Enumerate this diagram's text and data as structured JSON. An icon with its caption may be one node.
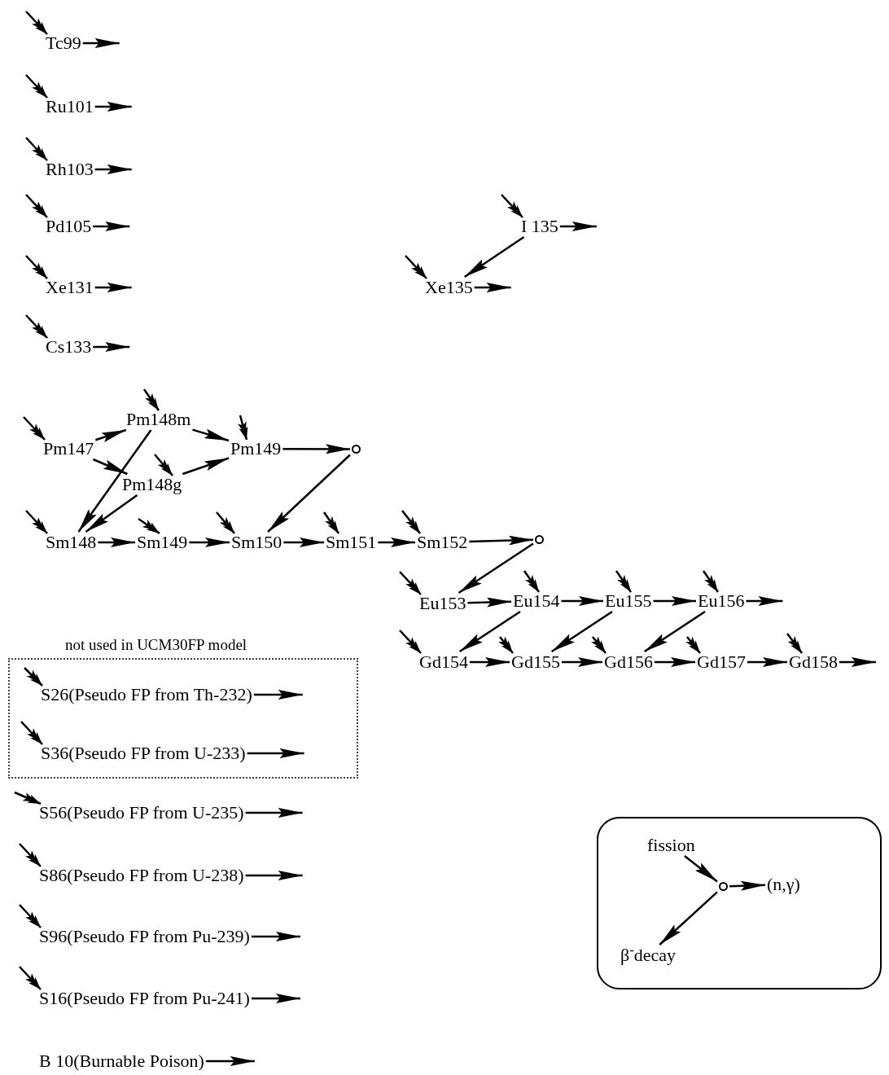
{
  "diagram": {
    "nodes": [
      {
        "text": [
          "Tc99"
        ]
      },
      {
        "text": [
          "Ru101"
        ]
      },
      {
        "text": [
          "Rh103"
        ]
      },
      {
        "text": [
          "Pd105"
        ]
      },
      {
        "text": [
          "Xe131"
        ]
      },
      {
        "text": [
          "Cs133"
        ]
      },
      {
        "text": [
          "I 135"
        ]
      },
      {
        "text": [
          "Xe135"
        ]
      },
      {
        "text": [
          "Pm148m"
        ]
      },
      {
        "text": [
          "Pm147"
        ]
      },
      {
        "text": [
          "Pm149"
        ]
      },
      {
        "text": [],
        "shape": "circle"
      },
      {
        "text": [
          "Pm148g"
        ]
      },
      {
        "text": [
          "Sm148"
        ]
      },
      {
        "text": [
          "Sm149"
        ]
      },
      {
        "text": [
          "Sm150"
        ]
      },
      {
        "text": [
          "Sm151"
        ]
      },
      {
        "text": [
          "Sm152"
        ]
      },
      {
        "text": [],
        "shape": "circle"
      },
      {
        "text": [
          "Eu153"
        ]
      },
      {
        "text": [
          "Eu154"
        ]
      },
      {
        "text": [
          "Eu155"
        ]
      },
      {
        "text": [
          "Eu156"
        ]
      },
      {
        "text": [
          "Gd154"
        ]
      },
      {
        "text": [
          "Gd155"
        ]
      },
      {
        "text": [
          "Gd156"
        ]
      },
      {
        "text": [
          "Gd157"
        ]
      },
      {
        "text": [
          "Gd158"
        ]
      },
      {
        "text": [
          "not used in UCM30FP model"
        ]
      },
      {
        "text": [
          "S26(Pseudo FP from Th-232)"
        ],
        "in": 28
      },
      {
        "text": [
          "S36(Pseudo FP from U-233)"
        ],
        "in": 28
      },
      {
        "text": [
          "S56(Pseudo FP from U-235)"
        ]
      },
      {
        "text": [
          "S86(Pseudo FP from U-238)"
        ]
      },
      {
        "text": [
          "S96(Pseudo FP from Pu-239)"
        ]
      },
      {
        "text": [
          "S16(Pseudo FP from Pu-241)"
        ]
      },
      {
        "text": [
          "B 10(Burnable Poison)"
        ]
      },
      {
        "text": [],
        "shape": "box"
      },
      {
        "text": [
          "fission"
        ],
        "in": 36
      },
      {
        "text": [],
        "shape": "circle",
        "in": 36
      },
      {
        "text": [
          "(n,γ)"
        ],
        "in": 36
      },
      {
        "text": [
          "β$^{-}$decay"
        ],
        "in": 36
      }
    ],
    "edges": [
      {
        "from": null,
        "to": 0,
        "arrow": "to"
      },
      {
        "from": 0,
        "to": null,
        "arrow": "to"
      },
      {
        "from": null,
        "to": 1,
        "arrow": "to"
      },
      {
        "from": 1,
        "to": null,
        "arrow": "to"
      },
      {
        "from": null,
        "to": 2,
        "arrow": "to"
      },
      {
        "from": 2,
        "to": null,
        "arrow": "to"
      },
      {
        "from": null,
        "to": 3,
        "arrow": "to"
      },
      {
        "from": 3,
        "to": null,
        "arrow": "to"
      },
      {
        "from": null,
        "to": 4,
        "arrow": "to"
      },
      {
        "from": 4,
        "to": null,
        "arrow": "to"
      },
      {
        "from": null,
        "to": 5,
        "arrow": "to"
      },
      {
        "from": 5,
        "to": null,
        "arrow": "to"
      },
      {
        "from": null,
        "to": 6,
        "arrow": "to"
      },
      {
        "from": 6,
        "to": null,
        "arrow": "to"
      },
      {
        "from": 6,
        "to": 7,
        "arrow": "to"
      },
      {
        "from": null,
        "to": 7,
        "arrow": "to"
      },
      {
        "from": 7,
        "to": null,
        "arrow": "to"
      },
      {
        "from": null,
        "to": 8,
        "arrow": "to"
      },
      {
        "from": null,
        "to": 9,
        "arrow": "to"
      },
      {
        "from": null,
        "to": 10,
        "arrow": "to"
      },
      {
        "from": null,
        "to": 12,
        "arrow": "to"
      },
      {
        "from": 9,
        "to": 8,
        "arrow": "to"
      },
      {
        "from": 9,
        "to": 12,
        "arrow": "to"
      },
      {
        "from": 8,
        "to": 13,
        "arrow": "to"
      },
      {
        "from": 12,
        "to": 13,
        "arrow": "to"
      },
      {
        "from": 8,
        "to": 10,
        "arrow": "to"
      },
      {
        "from": 12,
        "to": 10,
        "arrow": "to"
      },
      {
        "from": 10,
        "to": 11,
        "arrow": "to"
      },
      {
        "from": 11,
        "to": 15,
        "arrow": "to"
      },
      {
        "from": null,
        "to": 13,
        "arrow": "to"
      },
      {
        "from": null,
        "to": 14,
        "arrow": "to"
      },
      {
        "from": null,
        "to": 15,
        "arrow": "to"
      },
      {
        "from": null,
        "to": 16,
        "arrow": "to"
      },
      {
        "from": null,
        "to": 17,
        "arrow": "to"
      },
      {
        "from": 13,
        "to": 14,
        "arrow": "to"
      },
      {
        "from": 14,
        "to": 15,
        "arrow": "to"
      },
      {
        "from": 15,
        "to": 16,
        "arrow": "to"
      },
      {
        "from": 16,
        "to": 17,
        "arrow": "to"
      },
      {
        "from": 17,
        "to": 18,
        "arrow": "to"
      },
      {
        "from": 18,
        "to": 19,
        "arrow": "to"
      },
      {
        "from": null,
        "to": 19,
        "arrow": "to"
      },
      {
        "from": null,
        "to": 20,
        "arrow": "to"
      },
      {
        "from": null,
        "to": 21,
        "arrow": "to"
      },
      {
        "from": null,
        "to": 22,
        "arrow": "to"
      },
      {
        "from": 19,
        "to": 20,
        "arrow": "to"
      },
      {
        "from": 20,
        "to": 21,
        "arrow": "to"
      },
      {
        "from": 21,
        "to": 22,
        "arrow": "to"
      },
      {
        "from": 22,
        "to": null,
        "arrow": "to"
      },
      {
        "from": 20,
        "to": 23,
        "arrow": "to"
      },
      {
        "from": 21,
        "to": 24,
        "arrow": "to"
      },
      {
        "from": 22,
        "to": 25,
        "arrow": "to"
      },
      {
        "from": null,
        "to": 23,
        "arrow": "to"
      },
      {
        "from": null,
        "to": 24,
        "arrow": "to"
      },
      {
        "from": null,
        "to": 25,
        "arrow": "to"
      },
      {
        "from": null,
        "to": 26,
        "arrow": "to"
      },
      {
        "from": null,
        "to": 27,
        "arrow": "to"
      },
      {
        "from": 23,
        "to": 24,
        "arrow": "to"
      },
      {
        "from": 24,
        "to": 25,
        "arrow": "to"
      },
      {
        "from": 25,
        "to": 26,
        "arrow": "to"
      },
      {
        "from": 26,
        "to": 27,
        "arrow": "to"
      },
      {
        "from": 27,
        "to": null,
        "arrow": "to"
      },
      {
        "from": null,
        "to": 29,
        "arrow": "to"
      },
      {
        "from": 29,
        "to": null,
        "arrow": "to"
      },
      {
        "from": null,
        "to": 30,
        "arrow": "to"
      },
      {
        "from": 30,
        "to": null,
        "arrow": "to"
      },
      {
        "from": null,
        "to": 31,
        "arrow": "to"
      },
      {
        "from": 31,
        "to": null,
        "arrow": "to"
      },
      {
        "from": null,
        "to": 32,
        "arrow": "to"
      },
      {
        "from": 32,
        "to": null,
        "arrow": "to"
      },
      {
        "from": null,
        "to": 33,
        "arrow": "to"
      },
      {
        "from": 33,
        "to": null,
        "arrow": "to"
      },
      {
        "from": null,
        "to": 34,
        "arrow": "to"
      },
      {
        "from": 34,
        "to": null,
        "arrow": "to"
      },
      {
        "from": 35,
        "to": null,
        "arrow": "to"
      },
      {
        "from": 37,
        "to": 38,
        "arrow": "to"
      },
      {
        "from": 38,
        "to": 39,
        "arrow": "to"
      },
      {
        "from": 38,
        "to": 40,
        "arrow": "to"
      }
    ]
  }
}
